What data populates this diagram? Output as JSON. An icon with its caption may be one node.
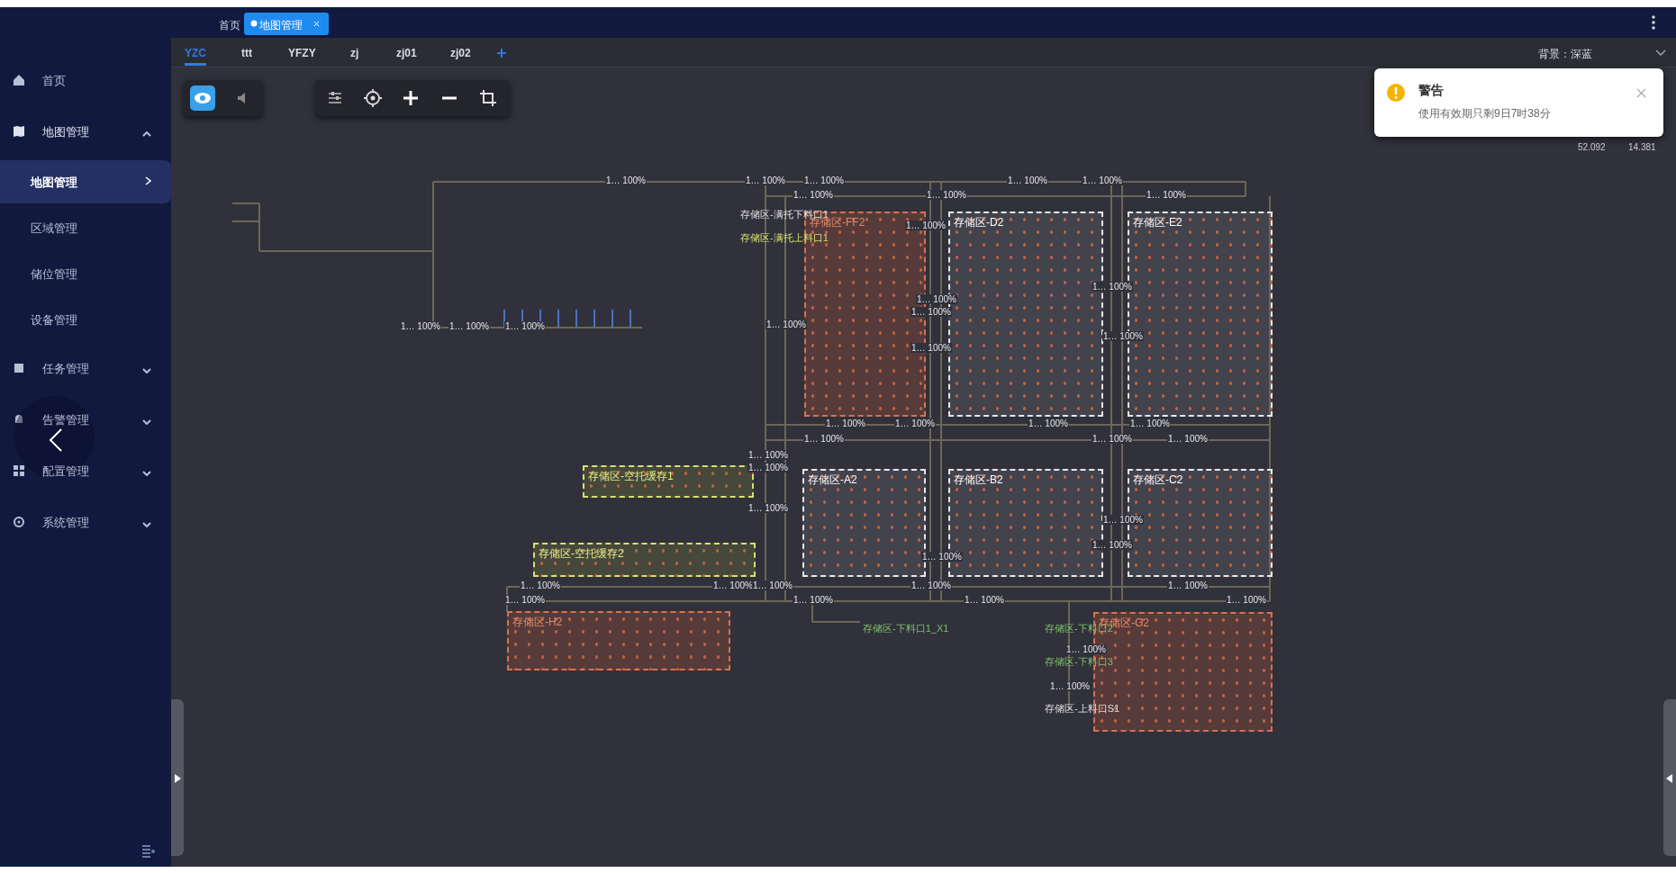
{
  "diagram": {
    "nodes": [
      {
        "text": [
          "存储区-FF2"
        ]
      },
      {
        "text": [
          "存储区-D2"
        ]
      },
      {
        "text": [
          "存储区-E2"
        ]
      },
      {
        "text": [
          "存储区-空托缓存1"
        ]
      },
      {
        "text": [
          "存储区-A2"
        ]
      },
      {
        "text": [
          "存储区-B2"
        ]
      },
      {
        "text": [
          "存储区-C2"
        ]
      },
      {
        "text": [
          "存储区-空托缓存2"
        ]
      },
      {
        "text": [
          "存储区-H2"
        ]
      },
      {
        "text": [
          "存储区-G2"
        ]
      }
    ],
    "labels": [
      "首页",
      "地图管理",
      "YZC",
      "ttt",
      "YFZY",
      "zj",
      "zj01",
      "zj02",
      "背景：深蓝",
      "首页",
      "地图管理",
      "地图管理",
      "区域管理",
      "储位管理",
      "设备管理",
      "任务管理",
      "告警管理",
      "配置管理",
      "系统管理",
      "警告",
      "使用有效期只剩9日7时38分",
      "52.092",
      "14.381",
      "存储区-满托下料口1",
      "存储区-满托上料口1",
      "存储区-下料口1_X1",
      "存储区-下料口2",
      "存储区-下料口3",
      "存储区-上料口S1",
      "1… 100%",
      "1… 100%",
      "1… 100%",
      "1… 100%",
      "1… 100%",
      "1… 100%",
      "1… 100%",
      "1… 100%",
      "1… 100%",
      "1… 100%",
      "1… 100%",
      "1… 100%",
      "1… 100%",
      "1… 100%",
      "1… 100%",
      "1… 100%",
      "1… 100%",
      "1… 100%",
      "1… 100%",
      "1… 100%",
      "1… 100%",
      "1… 100%",
      "1… 100%",
      "1… 100%",
      "1… 100%",
      "1… 100%",
      "1… 100%",
      "1… 100%",
      "1… 100%",
      "1… 100%",
      "1… 100%",
      "1… 100%",
      "1… 100%",
      "1… 100%",
      "1… 100%",
      "1… 100%",
      "1… 100%",
      "1… 100%",
      "1… 100%",
      "1… 100%",
      "1… 100%",
      "1… 100%"
    ]
  }
}
